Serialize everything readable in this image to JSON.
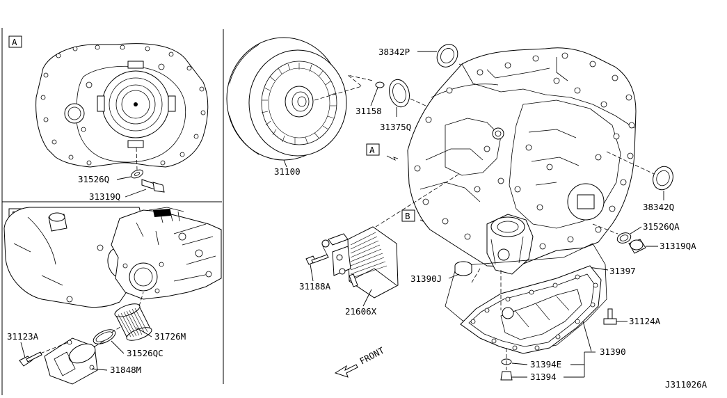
{
  "diagram_id": "J311026A",
  "view_labels": {
    "a": "A",
    "b": "B"
  },
  "parts": {
    "p31526Q": "31526Q",
    "p31319Q": "31319Q",
    "p31123A": "31123A",
    "p31726M": "31726M",
    "p31526QC": "31526QC",
    "p31848M": "31848M",
    "p31100": "31100",
    "p31158": "31158",
    "p31375Q": "31375Q",
    "p38342P": "38342P",
    "p38342Q": "38342Q",
    "p31526QA": "31526QA",
    "p31319QA": "31319QA",
    "p31397": "31397",
    "p31390J": "31390J",
    "p31188A": "31188A",
    "p21606X": "21606X",
    "p31124A": "31124A",
    "p31390": "31390",
    "p31394E": "31394E",
    "p31394": "31394"
  },
  "front_label": "FRONT"
}
